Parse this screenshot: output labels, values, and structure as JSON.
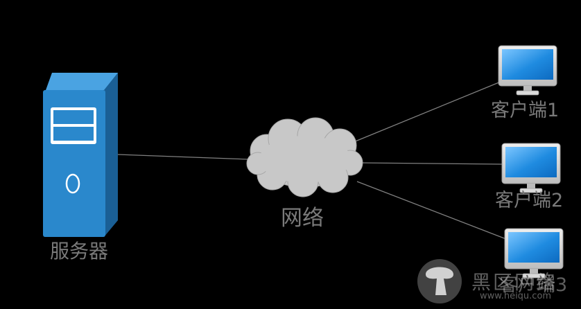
{
  "labels": {
    "server": "服务器",
    "network": "网络",
    "client1": "客户端1",
    "client2": "客户端2",
    "client3": "客户端3"
  },
  "watermark": {
    "title": "黑区网络",
    "url": "www.heiqu.com"
  },
  "colors": {
    "background": "#000000",
    "server": "#2a88cc",
    "cloud": "#c8c8c8",
    "monitor_frame": "#d4d4d4",
    "screen": "#1f8be0",
    "line": "#808080",
    "label": "#7a7a7a"
  },
  "icons": {
    "server": "server-tower-icon",
    "network": "cloud-icon",
    "client": "desktop-monitor-icon"
  }
}
